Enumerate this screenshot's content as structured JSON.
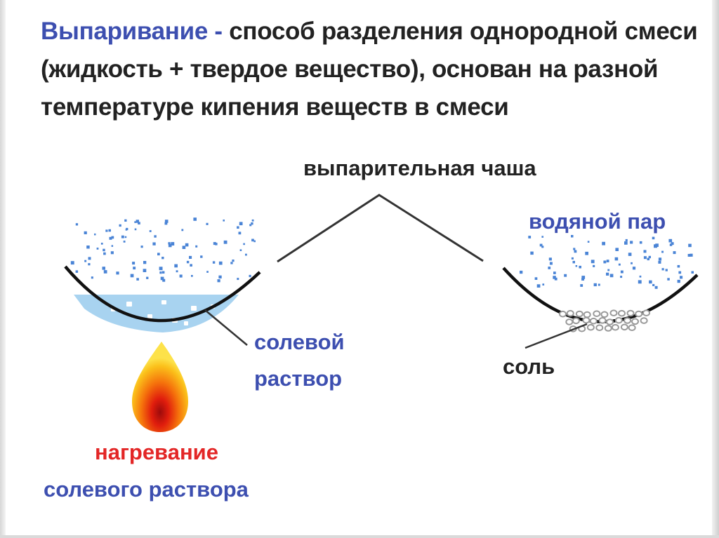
{
  "title": {
    "term": "Выпаривание -",
    "line1_rest": "способ разделения однородной смеси",
    "line2": "(жидкость + твердое вещество), основан на разной",
    "line3": "температуре кипения веществ в смеси"
  },
  "labels": {
    "evaporating_dish": "выпарительная чаша",
    "water_vapor": "водяной пар",
    "salt_solution_line1": "солевой",
    "salt_solution_line2": "раствор",
    "salt": "соль",
    "heating_line1": "нагревание",
    "heating_line2": "солевого раствора"
  },
  "colors": {
    "term": "#3d4fb0",
    "text_dark": "#222222",
    "blue_label": "#3d4fb0",
    "red_label": "#e32626",
    "solution_fill": "#a8d3f0",
    "vapor_dots": "#4a84d6",
    "salt_crystals": "#bdbdbd"
  },
  "icons": [
    "flame-icon",
    "evaporating-dish-icon",
    "vapor-dots-icon",
    "salt-crystals-icon"
  ]
}
